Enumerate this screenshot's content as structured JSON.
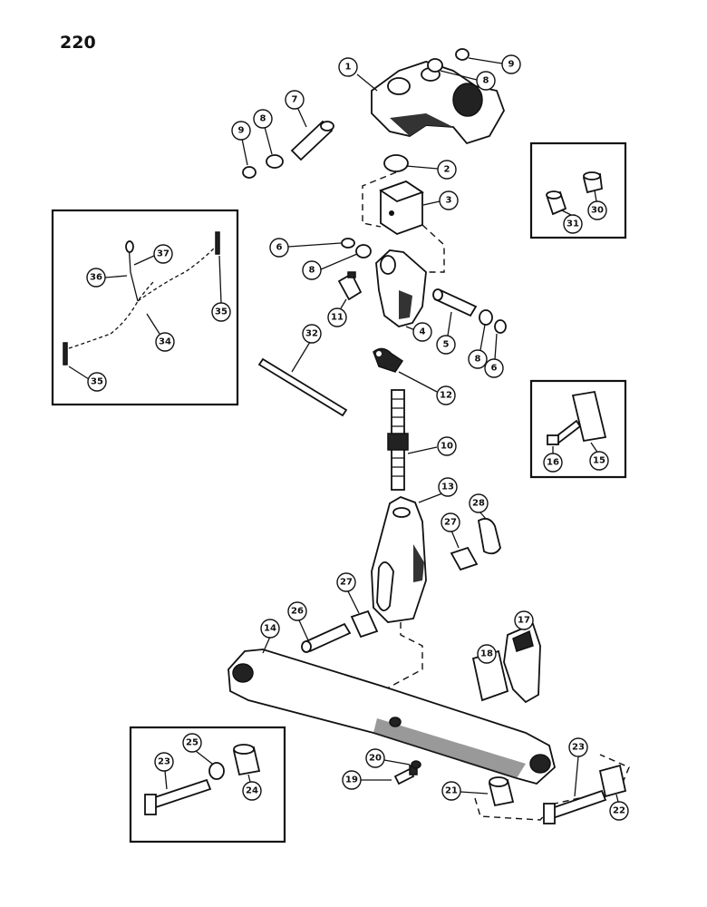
{
  "page_number": "220",
  "callouts": [
    "1",
    "2",
    "3",
    "4",
    "5",
    "6",
    "7",
    "8",
    "9",
    "10",
    "11",
    "12",
    "13",
    "14",
    "15",
    "16",
    "17",
    "18",
    "19",
    "20",
    "21",
    "22",
    "23",
    "24",
    "25",
    "26",
    "27",
    "28",
    "30",
    "31",
    "32",
    "34",
    "35",
    "36",
    "37"
  ]
}
